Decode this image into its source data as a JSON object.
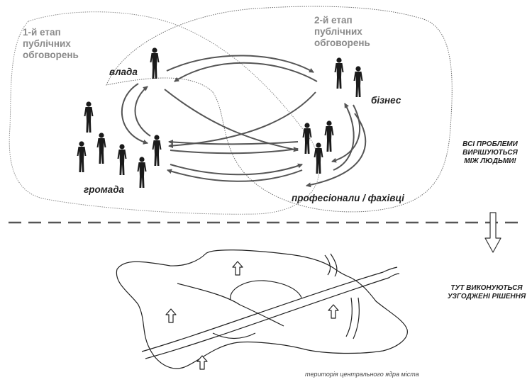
{
  "stages": {
    "stage1": "1-й етап\nпублічних\nобговорень",
    "stage2": "2-й етап\nпублічних\nобговорень"
  },
  "groups": {
    "vlada": "влада",
    "biznes": "бізнес",
    "hromada": "громада",
    "profesionaly": "професіонали / фахівці"
  },
  "notes": {
    "problems": "ВСІ ПРОБЛЕМИ\nВИРІШУЮТЬСЯ\nМІЖ ЛЮДЬМИ!",
    "decisions": "ТУТ ВИКОНУЮТЬСЯ\nУЗГОДЖЕНІ РІШЕННЯ"
  },
  "caption": "територія центрального ядра міста",
  "colors": {
    "ink": "#1a1a1a",
    "arrow": "#555555",
    "stage_text": "#8a8a8a",
    "dashed_line": "#555555"
  }
}
